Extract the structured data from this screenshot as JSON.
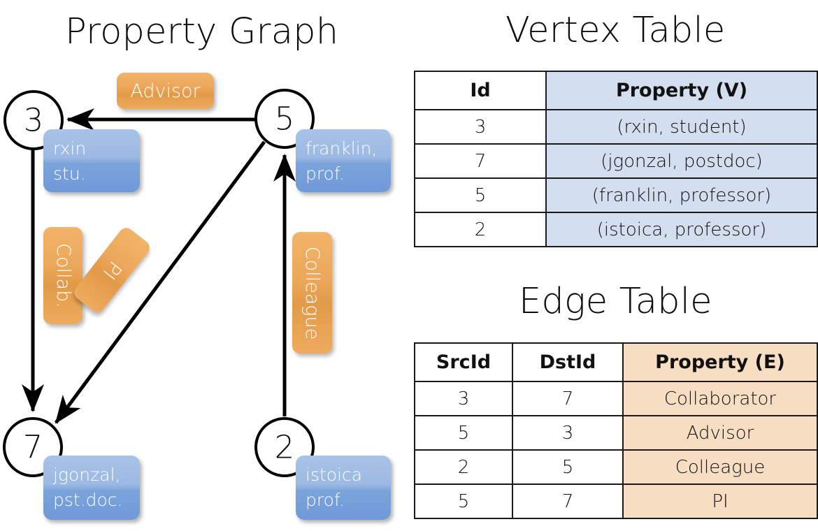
{
  "titles": {
    "property_graph": "Property Graph",
    "vertex_table": "Vertex Table",
    "edge_table": "Edge Table"
  },
  "graph": {
    "nodes": [
      {
        "id": "3",
        "name_line1": "rxin",
        "name_line2": "stu."
      },
      {
        "id": "5",
        "name_line1": "franklin,",
        "name_line2": "prof."
      },
      {
        "id": "7",
        "name_line1": "jgonzal,",
        "name_line2": "pst.doc."
      },
      {
        "id": "2",
        "name_line1": "istoica",
        "name_line2": "prof."
      }
    ],
    "edge_labels": [
      {
        "key": "advisor",
        "text": "Advisor"
      },
      {
        "key": "collab",
        "text": "Collab."
      },
      {
        "key": "pi",
        "text": "PI"
      },
      {
        "key": "colleague",
        "text": "Colleague"
      }
    ],
    "edges": [
      {
        "from": "5",
        "to": "3",
        "label": "Advisor"
      },
      {
        "from": "3",
        "to": "7",
        "label": "Collab."
      },
      {
        "from": "5",
        "to": "7",
        "label": "PI"
      },
      {
        "from": "2",
        "to": "5",
        "label": "Colleague"
      }
    ]
  },
  "vertex_table": {
    "headers": [
      "Id",
      "Property (V)"
    ],
    "rows": [
      {
        "id": "3",
        "property": "(rxin, student)"
      },
      {
        "id": "7",
        "property": "(jgonzal, postdoc)"
      },
      {
        "id": "5",
        "property": "(franklin, professor)"
      },
      {
        "id": "2",
        "property": "(istoica, professor)"
      }
    ]
  },
  "edge_table": {
    "headers": [
      "SrcId",
      "DstId",
      "Property (E)"
    ],
    "rows": [
      {
        "src": "3",
        "dst": "7",
        "property": "Collaborator"
      },
      {
        "src": "5",
        "dst": "3",
        "property": "Advisor"
      },
      {
        "src": "2",
        "dst": "5",
        "property": "Colleague"
      },
      {
        "src": "5",
        "dst": "7",
        "property": "PI"
      }
    ]
  },
  "colors": {
    "vertex_property_fill": "#d3deef",
    "edge_property_fill": "#f7ddc2",
    "node_box_blue": "#7ba3db",
    "edge_label_orange": "#eba75a",
    "stroke": "#000000"
  }
}
